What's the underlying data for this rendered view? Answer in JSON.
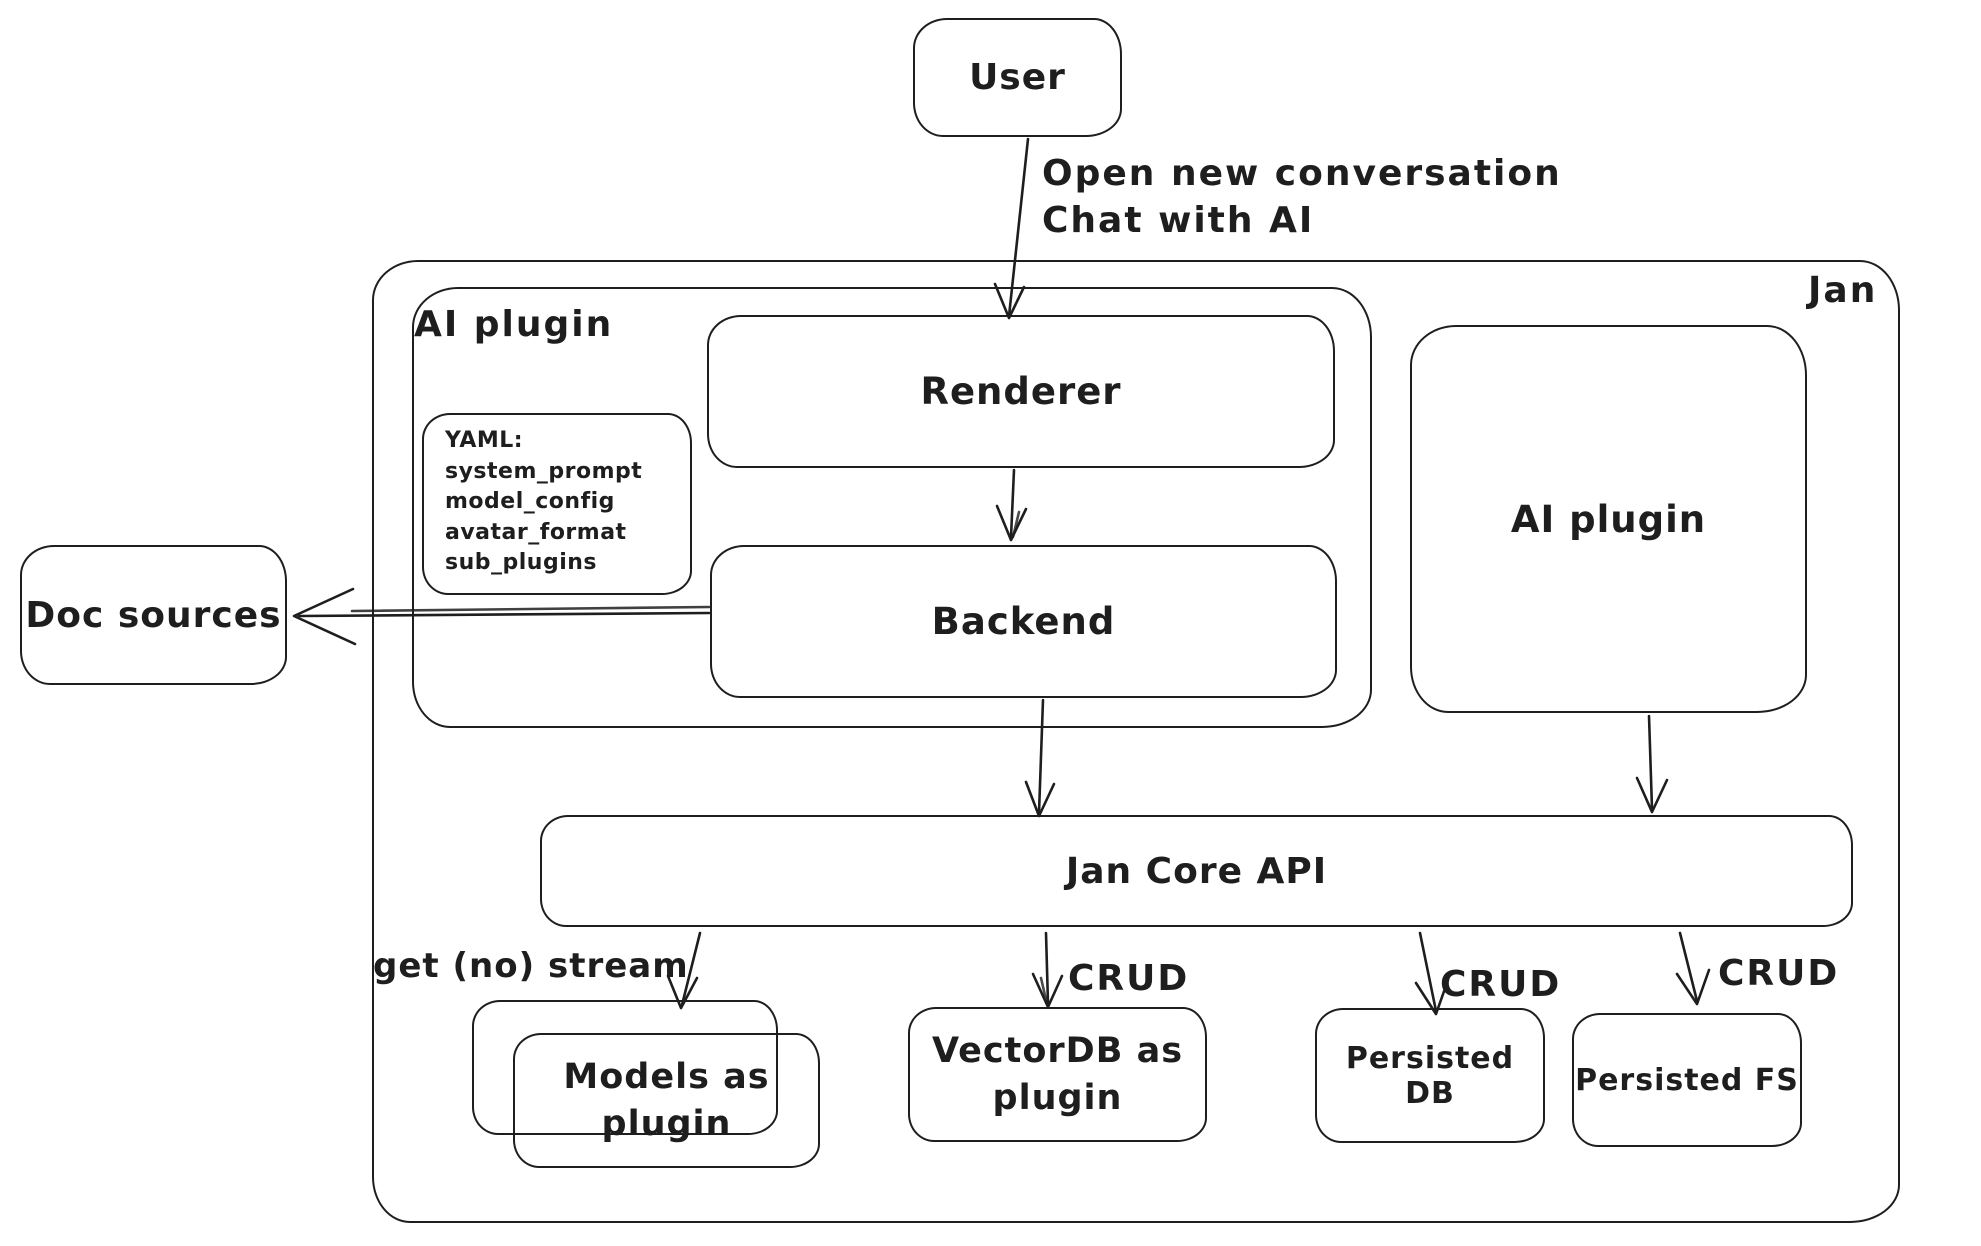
{
  "diagram": {
    "nodes": {
      "user": {
        "label": "User"
      },
      "jan": {
        "label": "Jan"
      },
      "ai_plugin_container": {
        "label": "AI plugin"
      },
      "renderer": {
        "label": "Renderer"
      },
      "backend": {
        "label": "Backend"
      },
      "yaml_note": {
        "title": "YAML:",
        "lines": [
          "system_prompt",
          "model_config",
          "avatar_format",
          "sub_plugins"
        ]
      },
      "doc_sources": {
        "label": "Doc sources"
      },
      "ai_plugin_right": {
        "label": "AI plugin"
      },
      "jan_core_api": {
        "label": "Jan Core API"
      },
      "models_plugin": {
        "label": "Models as plugin"
      },
      "vectordb_plugin": {
        "label": "VectorDB as plugin"
      },
      "persisted_db": {
        "label": "Persisted DB"
      },
      "persisted_fs": {
        "label": "Persisted FS"
      }
    },
    "edges": {
      "user_to_renderer": {
        "label_line1": "Open new conversation",
        "label_line2": "Chat with AI"
      },
      "jan_core_to_models": {
        "label": "get (no) stream"
      },
      "jan_core_to_vectordb": {
        "label": "CRUD"
      },
      "jan_core_to_persisted_db": {
        "label": "CRUD"
      },
      "jan_core_to_persisted_fs": {
        "label": "CRUD"
      }
    },
    "colors": {
      "stroke": "#1e1e1e",
      "background": "#ffffff"
    }
  }
}
